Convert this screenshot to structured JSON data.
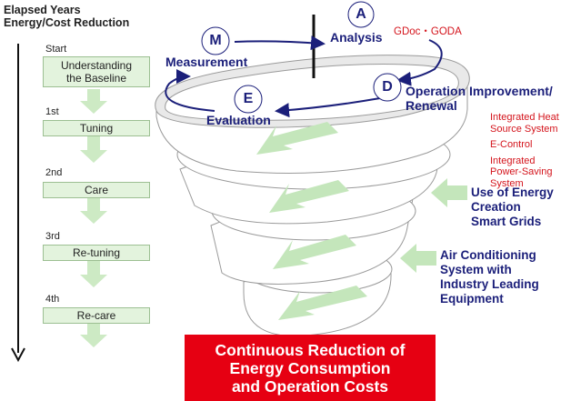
{
  "header": {
    "line1": "Elapsed Years",
    "line2": "Energy/Cost Reduction"
  },
  "timeline": [
    {
      "stage": "Start",
      "label_line1": "Understanding",
      "label_line2": "the Baseline"
    },
    {
      "stage": "1st",
      "label_line1": "Tuning",
      "label_line2": ""
    },
    {
      "stage": "2nd",
      "label_line1": "Care",
      "label_line2": ""
    },
    {
      "stage": "3rd",
      "label_line1": "Re-tuning",
      "label_line2": ""
    },
    {
      "stage": "4th",
      "label_line1": "Re-care",
      "label_line2": ""
    }
  ],
  "cycle": {
    "m": {
      "letter": "M",
      "label": "Measurement"
    },
    "a": {
      "letter": "A",
      "label": "Analysis",
      "tools": "GDoc・GODA"
    },
    "d": {
      "letter": "D",
      "label_line1": "Operation Improvement/",
      "label_line2": "Renewal"
    },
    "e": {
      "letter": "E",
      "label": "Evaluation"
    }
  },
  "services": [
    "Integrated Heat",
    "Source System",
    "E-Control",
    "Integrated",
    "Power-Saving",
    "System"
  ],
  "inputs": {
    "energy": {
      "line1": "Use of Energy",
      "line2": "Creation",
      "line3": "Smart Grids"
    },
    "aircon": {
      "line1": "Air Conditioning",
      "line2": "System with",
      "line3": "Industry Leading",
      "line4": "Equipment"
    }
  },
  "banner": {
    "line1": "Continuous Reduction of",
    "line2": "Energy Consumption",
    "line3": "and Operation Costs"
  },
  "colors": {
    "accent_blue": "#1b1f7a",
    "accent_red": "#d4141c",
    "banner_red": "#e60012",
    "arrow_green": "#bfe3b6",
    "box_green": "#e3f3dd"
  }
}
